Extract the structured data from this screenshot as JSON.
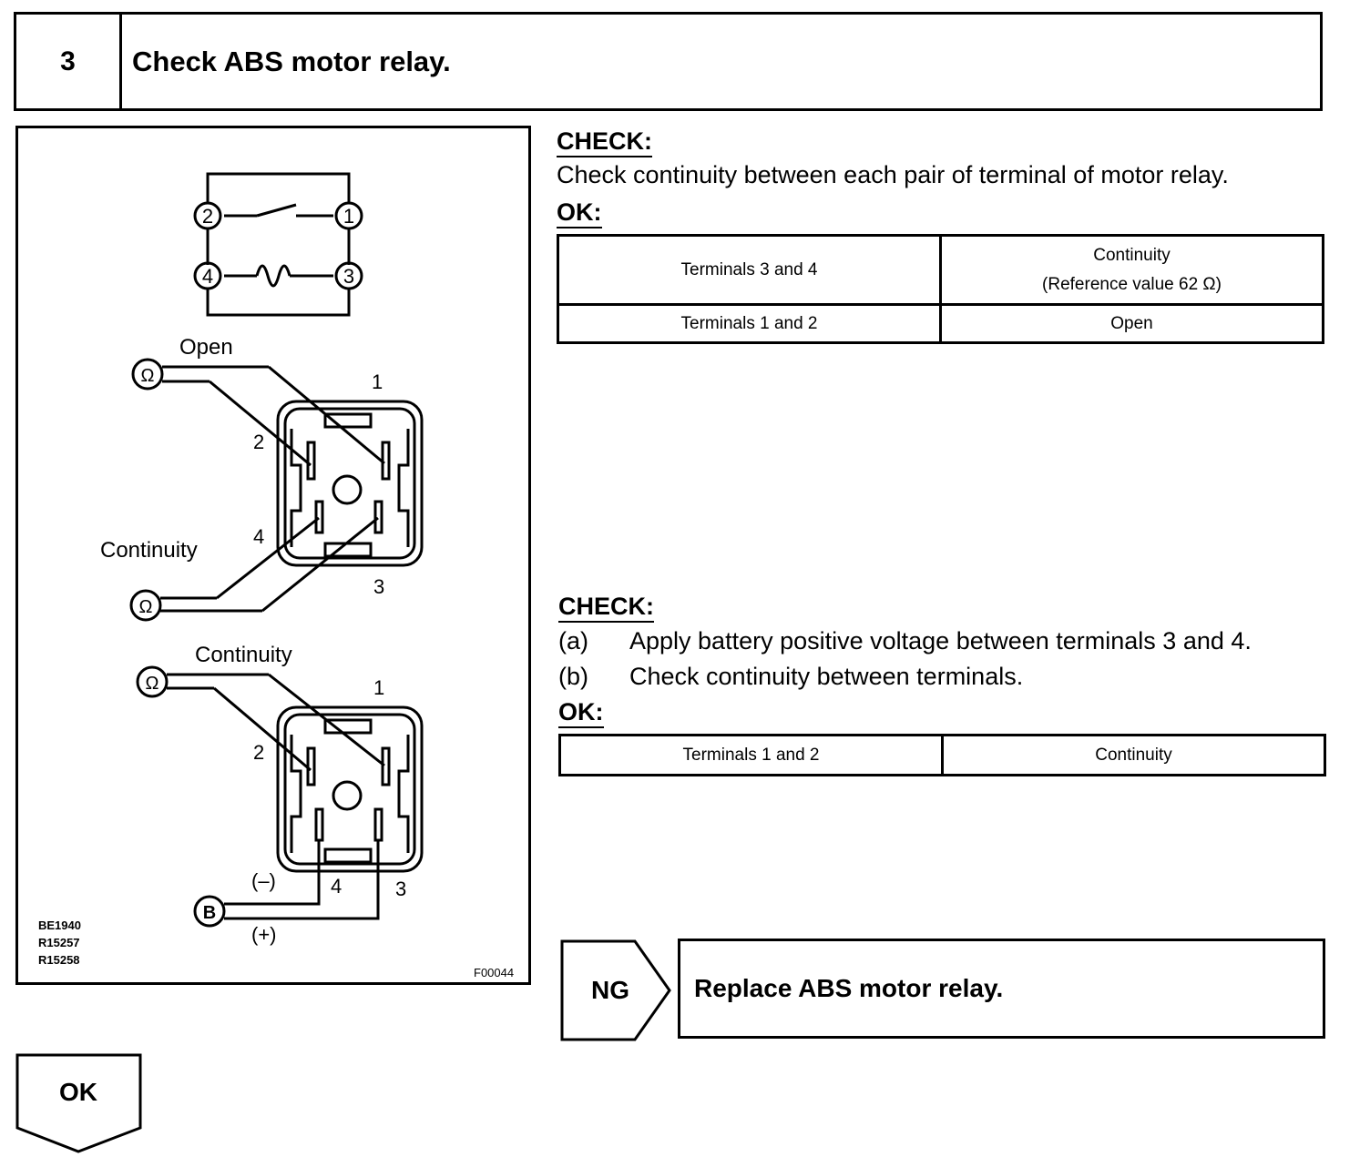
{
  "step": {
    "number": "3",
    "title": "Check ABS motor relay."
  },
  "figure": {
    "terminal_labels": [
      "1",
      "2",
      "3",
      "4"
    ],
    "open_label": "Open",
    "continuity_label": "Continuity",
    "ohm_symbol": "Ω",
    "battery_symbol": "B",
    "negative_label": "(–)",
    "positive_label": "(+)",
    "ref_codes": [
      "BE1940",
      "R15257",
      "R15258"
    ],
    "figure_code": "F00044"
  },
  "check1": {
    "heading": "CHECK:",
    "text": "Check continuity between each pair of terminal of motor relay.",
    "ok_heading": "OK:",
    "table": [
      {
        "terminals": "Terminals 3 and 4",
        "result_line1": "Continuity",
        "result_line2": "(Reference value 62 Ω)"
      },
      {
        "terminals": "Terminals 1 and 2",
        "result_line1": "Open"
      }
    ]
  },
  "check2": {
    "heading": "CHECK:",
    "steps": [
      {
        "marker": "(a)",
        "text": "Apply battery positive voltage between terminals 3 and 4."
      },
      {
        "marker": "(b)",
        "text": "Check continuity between terminals."
      }
    ],
    "ok_heading": "OK:",
    "table": [
      {
        "terminals": "Terminals 1 and 2",
        "result": "Continuity"
      }
    ]
  },
  "ng": {
    "label": "NG",
    "action": "Replace ABS motor relay."
  },
  "ok": {
    "label": "OK"
  }
}
